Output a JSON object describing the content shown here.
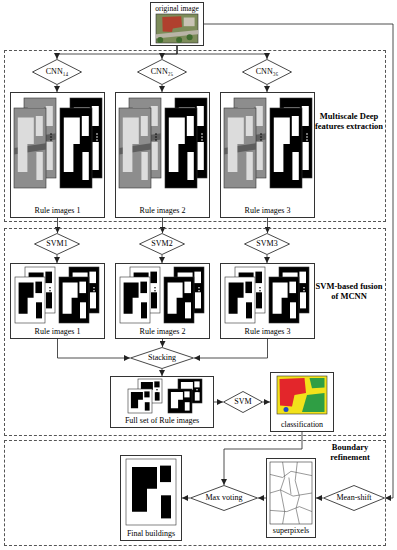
{
  "diagram": {
    "nodes": [
      {
        "text": [
          "original image"
        ]
      },
      {
        "text": [
          "Multiscale Deep features extraction"
        ]
      },
      {
        "text": [
          "CNN₁₄"
        ],
        "in": 1
      },
      {
        "text": [
          "CNN₂₅"
        ],
        "in": 1
      },
      {
        "text": [
          "CNN₃₆"
        ],
        "in": 1
      },
      {
        "text": [
          "Rule images 1"
        ],
        "in": 1
      },
      {
        "text": [
          "Rule images 2"
        ],
        "in": 1
      },
      {
        "text": [
          "Rule images 3"
        ],
        "in": 1
      },
      {
        "text": [
          "SVM-based fusion of MCNN"
        ]
      },
      {
        "text": [
          "SVM1"
        ],
        "in": 8
      },
      {
        "text": [
          "SVM2"
        ],
        "in": 8
      },
      {
        "text": [
          "SVM3"
        ],
        "in": 8
      },
      {
        "text": [
          "Rule images 1"
        ],
        "in": 8
      },
      {
        "text": [
          "Rule images 2"
        ],
        "in": 8
      },
      {
        "text": [
          "Rule images 3"
        ],
        "in": 8
      },
      {
        "text": [
          "Stacking"
        ],
        "in": 8
      },
      {
        "text": [
          "Full set of Rule images"
        ],
        "in": 8
      },
      {
        "text": [
          "SVM"
        ],
        "in": 8
      },
      {
        "text": [
          "classification"
        ],
        "in": 8
      },
      {
        "text": [
          "Boundary refinement"
        ]
      },
      {
        "text": [
          "Final buildings"
        ],
        "in": 19
      },
      {
        "text": [
          "Max voting"
        ],
        "in": 19
      },
      {
        "text": [
          "superpixels"
        ],
        "in": 19
      },
      {
        "text": [
          "Mean-shift"
        ],
        "in": 19
      }
    ],
    "edges": [
      {
        "from": 0,
        "to": 2,
        "arrow": "to"
      },
      {
        "from": 0,
        "to": 3,
        "arrow": "to"
      },
      {
        "from": 0,
        "to": 4,
        "arrow": "to"
      },
      {
        "from": 0,
        "to": 23,
        "arrow": "to"
      },
      {
        "from": 2,
        "to": 5,
        "arrow": "to"
      },
      {
        "from": 3,
        "to": 6,
        "arrow": "to"
      },
      {
        "from": 4,
        "to": 7,
        "arrow": "to"
      },
      {
        "from": 5,
        "to": 9,
        "arrow": "to"
      },
      {
        "from": 6,
        "to": 10,
        "arrow": "to"
      },
      {
        "from": 7,
        "to": 11,
        "arrow": "to"
      },
      {
        "from": 9,
        "to": 12,
        "arrow": "to"
      },
      {
        "from": 10,
        "to": 13,
        "arrow": "to"
      },
      {
        "from": 11,
        "to": 14,
        "arrow": "to"
      },
      {
        "from": 12,
        "to": 15,
        "arrow": "to"
      },
      {
        "from": 13,
        "to": 15,
        "arrow": "to"
      },
      {
        "from": 14,
        "to": 15,
        "arrow": "to"
      },
      {
        "from": 15,
        "to": 16,
        "arrow": "to"
      },
      {
        "from": 16,
        "to": 17,
        "arrow": "to"
      },
      {
        "from": 17,
        "to": 18,
        "arrow": "to"
      },
      {
        "from": 18,
        "to": 21,
        "arrow": "to"
      },
      {
        "from": 23,
        "to": 22,
        "arrow": "to"
      },
      {
        "from": 22,
        "to": 21,
        "arrow": "to"
      },
      {
        "from": 21,
        "to": 20,
        "arrow": "to"
      }
    ]
  }
}
